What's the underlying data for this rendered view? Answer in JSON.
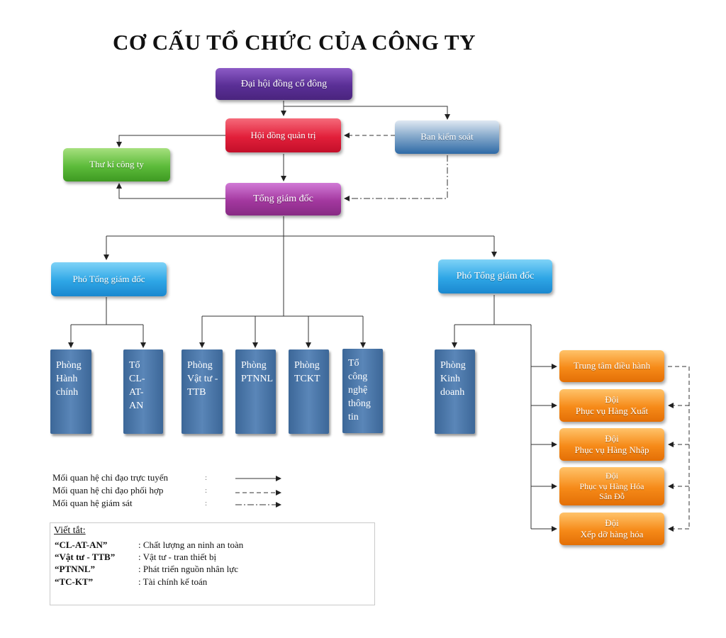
{
  "title": "CƠ CẤU TỔ CHỨC CỦA CÔNG TY",
  "nodes": {
    "shareholders": "Đại hội đồng cổ đông",
    "board": "Hội đồng quản trị",
    "supervisory": "Ban kiểm soát",
    "secretary": "Thư kí công ty",
    "ceo": "Tổng giám đốc",
    "deputy_left": "Phó Tổng giám đốc",
    "deputy_right": "Phó Tổng giám đốc"
  },
  "departments": {
    "admin": [
      "Phòng",
      "Hành",
      "chính"
    ],
    "qa": [
      "Tổ",
      "CL-",
      "AT-",
      "AN"
    ],
    "materials": [
      "Phòng",
      "Vật tư -",
      "TTB"
    ],
    "hr": [
      "Phòng",
      "PTNNL"
    ],
    "finance": [
      "Phòng",
      "TCKT"
    ],
    "it": [
      "Tổ",
      "công",
      "nghệ",
      "thông",
      "tin"
    ],
    "sales": [
      "Phòng",
      "Kinh",
      "doanh"
    ]
  },
  "operations": [
    [
      "Trung tâm điều hành"
    ],
    [
      "Đội",
      "Phục vụ Hàng Xuất"
    ],
    [
      "Đội",
      "Phục vụ Hàng Nhập"
    ],
    [
      "Đội",
      "Phục vụ Hàng Hóa",
      "Sân Đỗ"
    ],
    [
      "Đội",
      "Xếp dỡ hàng hóa"
    ]
  ],
  "legend": [
    {
      "label": "Mối quan hệ chỉ đạo trực tuyến",
      "style": "solid"
    },
    {
      "label": "Mối quan hệ chỉ đạo phối hợp",
      "style": "dashed"
    },
    {
      "label": "Mối quan hệ giám sát",
      "style": "dash-dot"
    }
  ],
  "legend_colon": ":",
  "abbreviations": {
    "title": "Viết tắt:",
    "items": [
      {
        "key": "“CL-AT-AN”",
        "value": ": Chất lượng an ninh an toàn"
      },
      {
        "key": "“Vật tư - TTB”",
        "value": ": Vật tư -  tran thiết bị"
      },
      {
        "key": "“PTNNL”",
        "value": ": Phát triển nguồn nhân lực"
      },
      {
        "key": "“TC-KT”",
        "value": ": Tài chính kế toán"
      }
    ]
  },
  "colors": {
    "shareholders": "#5a2f96",
    "board": "#e21f3a",
    "supervisory": "#2e6aa6",
    "secretary": "#5cbb3a",
    "ceo": "#a3389f",
    "deputy": "#2ea6e6",
    "department": "#4a74a6",
    "operations": "#f68a18"
  }
}
